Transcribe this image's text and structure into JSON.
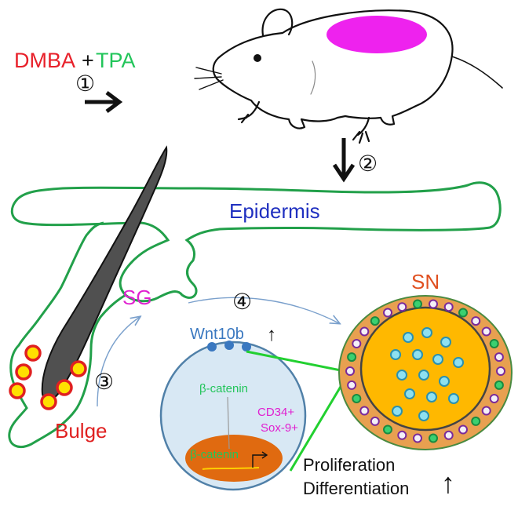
{
  "labels": {
    "dmba": "DMBA",
    "plus": "+",
    "tpa": "TPA",
    "epidermis": "Epidermis",
    "sg": "SG",
    "sn": "SN",
    "bulge": "Bulge",
    "wnt10b": "Wnt10b",
    "beta_catenin_cyto": "β-catenin",
    "cd34": "CD34+",
    "sox9": "Sox-9+",
    "beta_catenin_nucleus": "β-catenin",
    "proliferation": "Proliferation",
    "differentiation": "Differentiation"
  },
  "steps": {
    "step1": "①",
    "step2": "②",
    "step3": "③",
    "step4": "④"
  },
  "arrows": {
    "up": "↑"
  },
  "colors": {
    "dmba": "#e8202a",
    "tpa": "#22c55a",
    "skin_outline": "#22a04a",
    "epidermis_text": "#2030c0",
    "sg_text": "#e020d0",
    "bulge_text": "#e02020",
    "sn_text": "#e05020",
    "tumor_shell": "#e8a050",
    "tumor_core": "#ffb800",
    "cell_body": "#d8e8f4",
    "nucleus": "#e06a10",
    "hair": "#505050",
    "mouse_patch": "#ee22ee",
    "wnt_receptor": "#3a78c0"
  }
}
